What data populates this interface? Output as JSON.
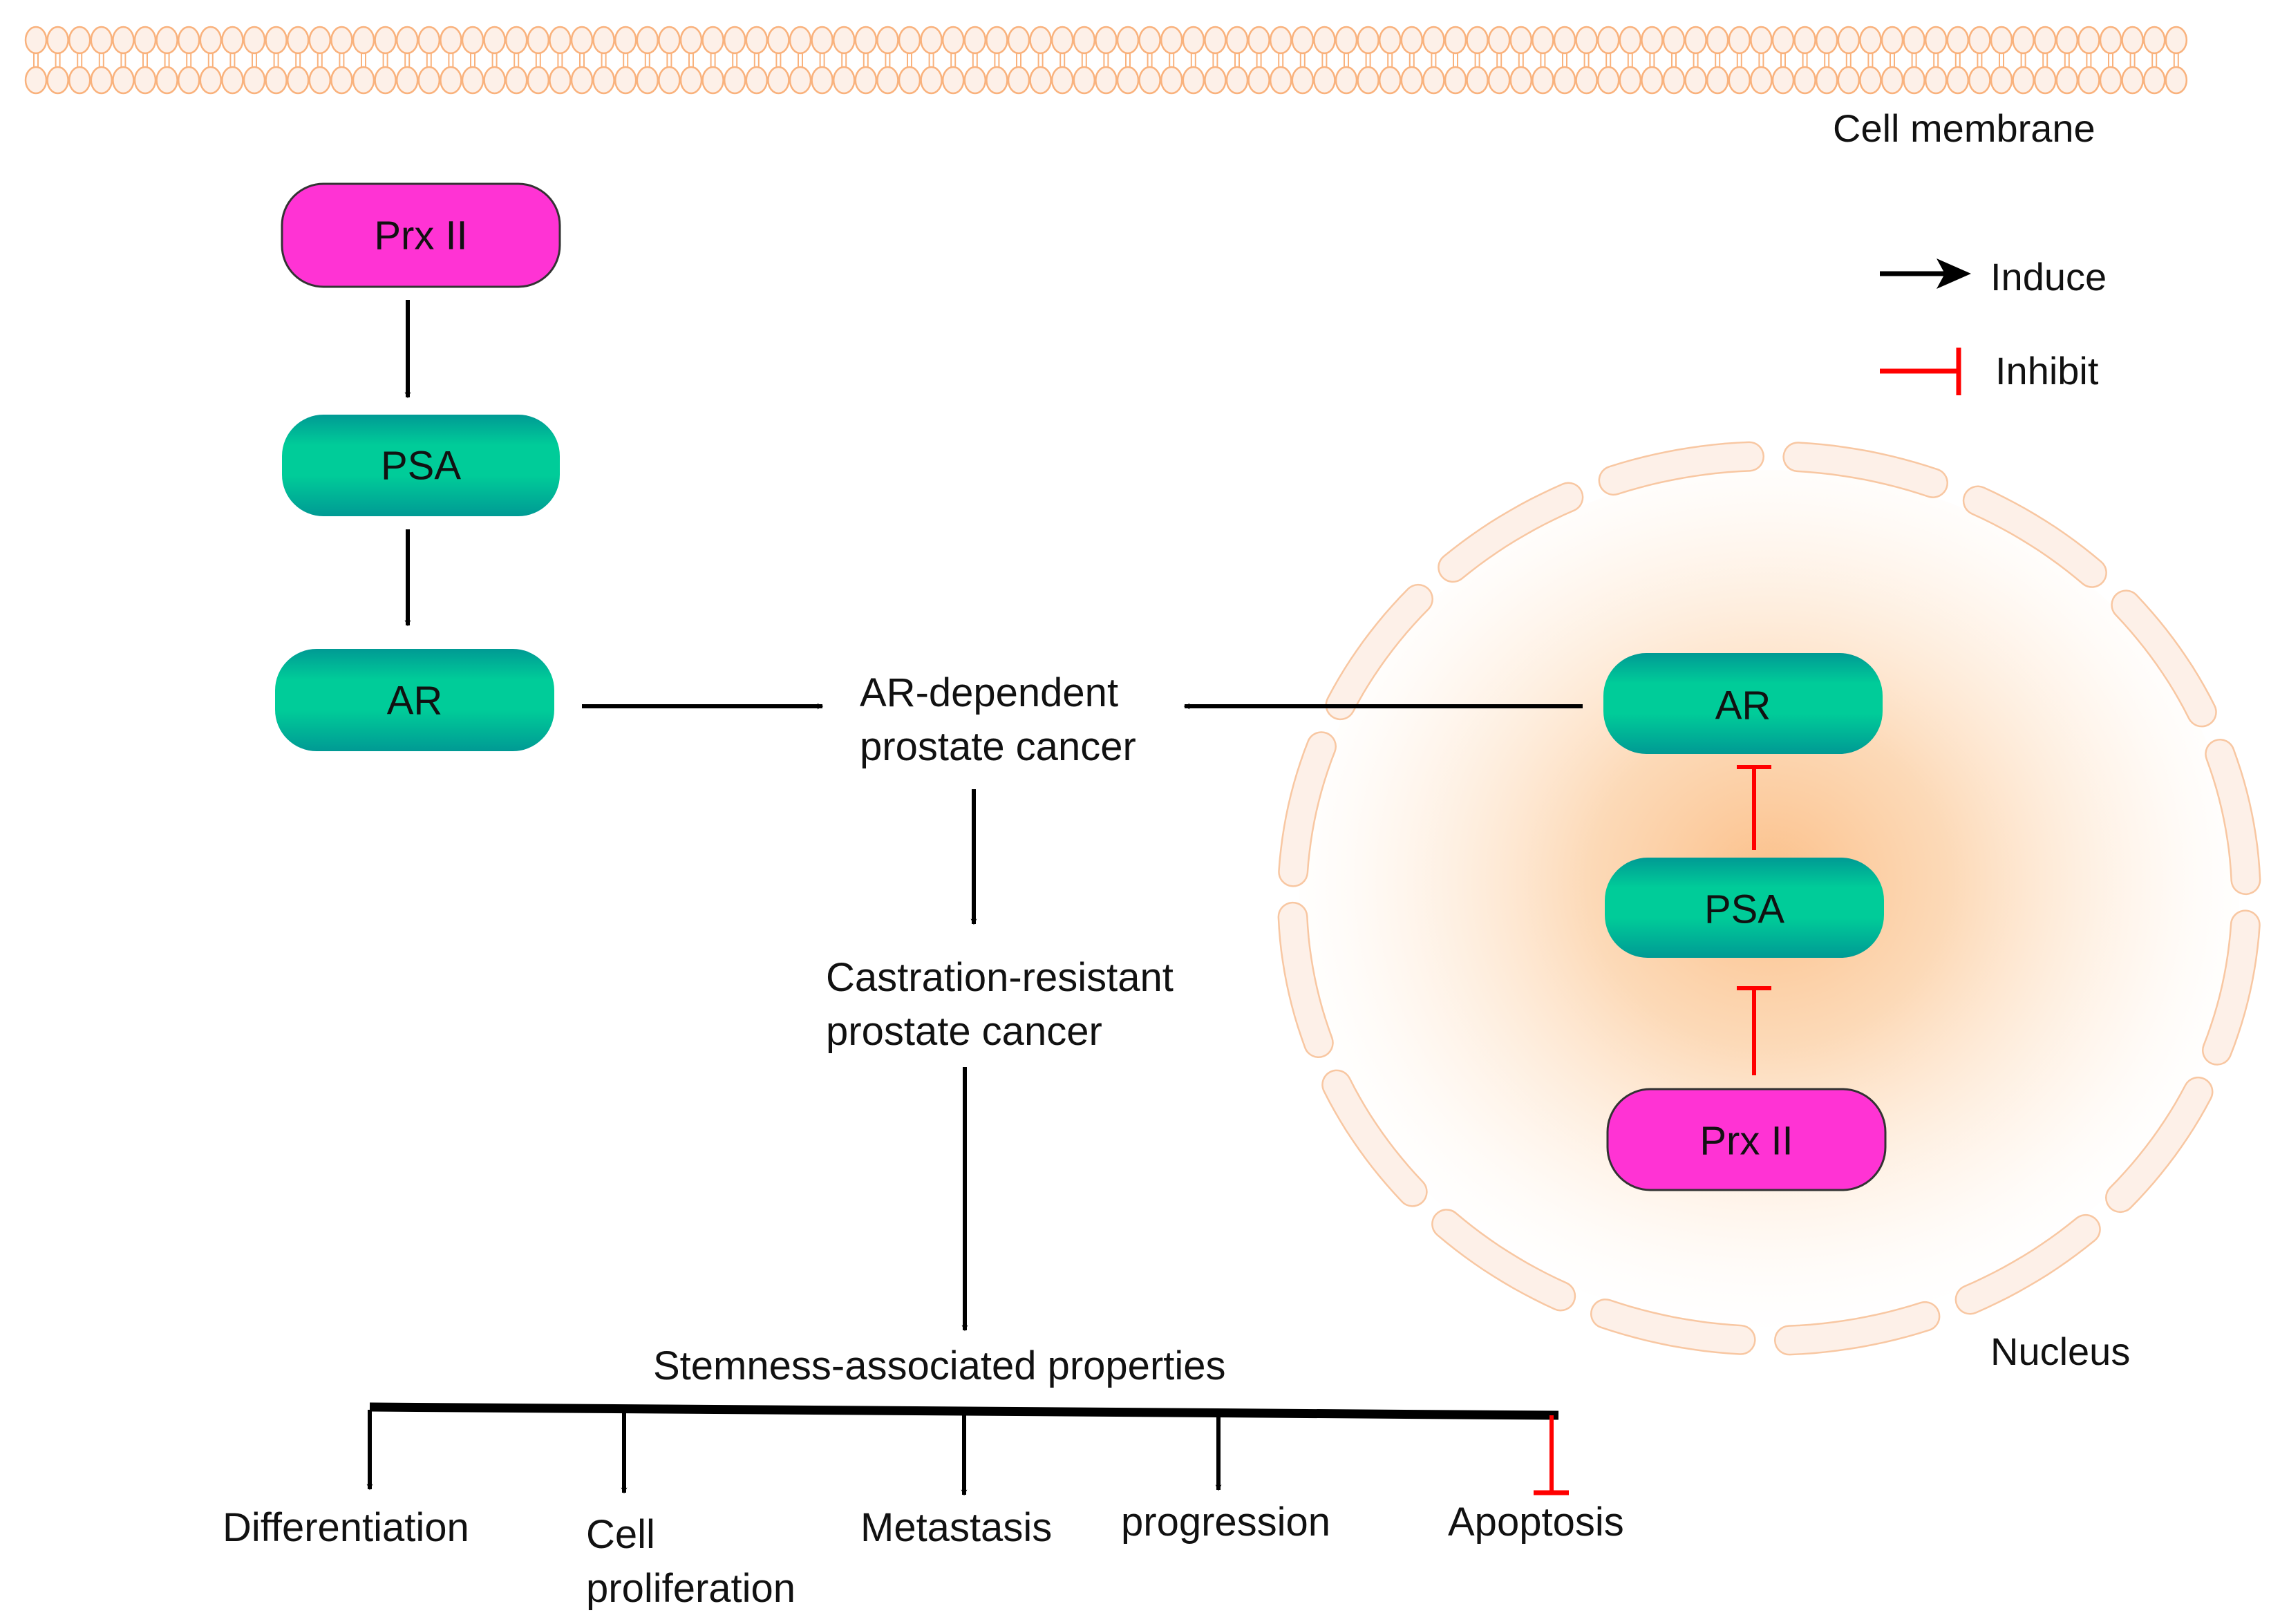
{
  "colors": {
    "prx": "#ff33d4",
    "teal_light": "#00cc99",
    "teal_dark": "#009a94",
    "induce": "#000000",
    "inhibit": "#ff0000",
    "membrane": "#f9b27d",
    "nucleus_glow": "#fbc08a"
  },
  "membrane": {
    "label": "Cell membrane"
  },
  "legend": {
    "induce_label": "Induce",
    "inhibit_label": "Inhibit"
  },
  "cytoplasm_pathway": {
    "nodes": [
      {
        "id": "prx2",
        "label": "Prx II",
        "type": "prx"
      },
      {
        "id": "psa",
        "label": "PSA",
        "type": "teal"
      },
      {
        "id": "ar",
        "label": "AR",
        "type": "teal"
      }
    ],
    "edges": [
      {
        "from": "Prx II",
        "to": "PSA",
        "kind": "induce"
      },
      {
        "from": "PSA",
        "to": "AR",
        "kind": "induce"
      },
      {
        "from": "AR",
        "to": "AR-dependent prostate cancer",
        "kind": "induce"
      }
    ]
  },
  "nucleus": {
    "label": "Nucleus",
    "nodes": [
      {
        "id": "ar",
        "label": "AR",
        "type": "teal"
      },
      {
        "id": "psa",
        "label": "PSA",
        "type": "teal"
      },
      {
        "id": "prx2",
        "label": "Prx II",
        "type": "prx"
      }
    ],
    "edges": [
      {
        "from": "PSA",
        "to": "AR",
        "kind": "inhibit"
      },
      {
        "from": "Prx II",
        "to": "PSA",
        "kind": "inhibit"
      },
      {
        "from": "AR",
        "to": "AR-dependent prostate cancer",
        "kind": "induce"
      }
    ]
  },
  "outcomes": {
    "ar_dependent": {
      "line1": "AR-dependent",
      "line2": "prostate cancer"
    },
    "crpc": {
      "line1": "Castration-resistant",
      "line2": "prostate cancer"
    },
    "stemness": "Stemness-associated properties",
    "effects": [
      {
        "line1": "Differentiation",
        "line2": "",
        "kind": "induce"
      },
      {
        "line1": "Cell",
        "line2": "proliferation",
        "kind": "induce"
      },
      {
        "line1": "Metastasis",
        "line2": "",
        "kind": "induce"
      },
      {
        "line1": "progression",
        "line2": "",
        "kind": "induce"
      },
      {
        "line1": "Apoptosis",
        "line2": "",
        "kind": "inhibit"
      }
    ]
  }
}
